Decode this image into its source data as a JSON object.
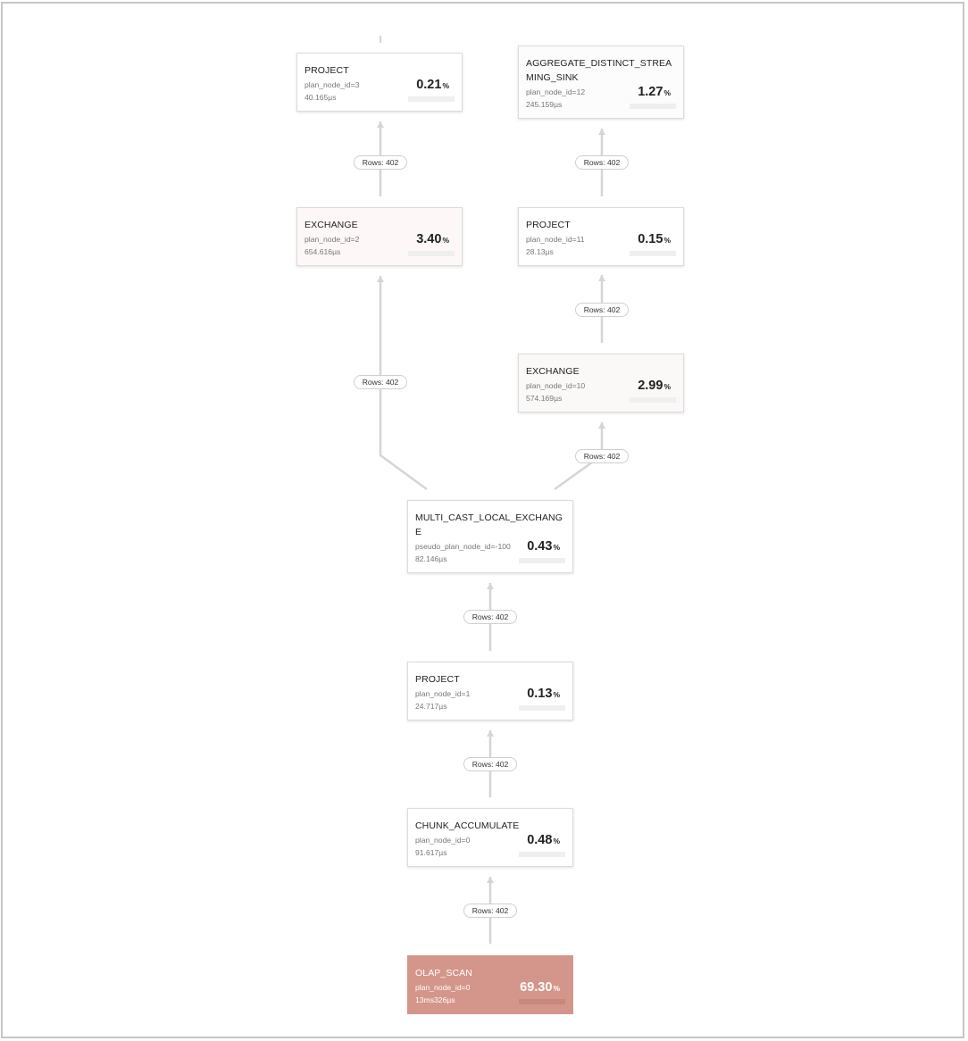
{
  "diagram": {
    "nodes": [
      {
        "key": "n_project3",
        "name": "PROJECT",
        "id_text": "plan_node_id=3",
        "time": "40.165µs",
        "percent": "0.21",
        "unit": "%",
        "tint": "#ffffff"
      },
      {
        "key": "n_agg12",
        "name": "AGGREGATE_DISTINCT_STREAMING_SINK",
        "id_text": "plan_node_id=12",
        "time": "245.159µs",
        "percent": "1.27",
        "unit": "%",
        "tint": "#fcfcfc"
      },
      {
        "key": "n_exchange2",
        "name": "EXCHANGE",
        "id_text": "plan_node_id=2",
        "time": "654.616µs",
        "percent": "3.40",
        "unit": "%",
        "tint": "#fdf8f7"
      },
      {
        "key": "n_project11",
        "name": "PROJECT",
        "id_text": "plan_node_id=11",
        "time": "28.13µs",
        "percent": "0.15",
        "unit": "%",
        "tint": "#ffffff"
      },
      {
        "key": "n_exchange10",
        "name": "EXCHANGE",
        "id_text": "plan_node_id=10",
        "time": "574.169µs",
        "percent": "2.99",
        "unit": "%",
        "tint": "#faf9f7"
      },
      {
        "key": "n_multicast",
        "name": "MULTI_CAST_LOCAL_EXCHANGE",
        "id_text": "pseudo_plan_node_id=-100",
        "time": "82.146µs",
        "percent": "0.43",
        "unit": "%",
        "tint": "#ffffff"
      },
      {
        "key": "n_project1",
        "name": "PROJECT",
        "id_text": "plan_node_id=1",
        "time": "24.717µs",
        "percent": "0.13",
        "unit": "%",
        "tint": "#ffffff"
      },
      {
        "key": "n_chunk0",
        "name": "CHUNK_ACCUMULATE",
        "id_text": "plan_node_id=0",
        "time": "91.617µs",
        "percent": "0.48",
        "unit": "%",
        "tint": "#ffffff"
      },
      {
        "key": "n_olap0",
        "name": "OLAP_SCAN",
        "id_text": "plan_node_id=0",
        "time": "13ms326µs",
        "percent": "69.30",
        "unit": "%",
        "tint": "#d4968a"
      }
    ],
    "edges": [
      {
        "from": "n_exchange2",
        "to": "n_project3",
        "label": "Rows: 402"
      },
      {
        "from": "n_project11",
        "to": "n_agg12",
        "label": "Rows: 402"
      },
      {
        "from": "n_exchange10",
        "to": "n_project11",
        "label": "Rows: 402"
      },
      {
        "from": "n_multicast",
        "to": "n_exchange2",
        "label": "Rows: 402"
      },
      {
        "from": "n_multicast",
        "to": "n_exchange10",
        "label": "Rows: 402"
      },
      {
        "from": "n_project1",
        "to": "n_multicast",
        "label": "Rows: 402"
      },
      {
        "from": "n_chunk0",
        "to": "n_project1",
        "label": "Rows: 402"
      },
      {
        "from": "n_olap0",
        "to": "n_chunk0",
        "label": "Rows: 402"
      }
    ]
  },
  "colors": {
    "edge": "#d5d5d5",
    "hot_node": "#d4968a",
    "frame": "#c6c6c6"
  }
}
